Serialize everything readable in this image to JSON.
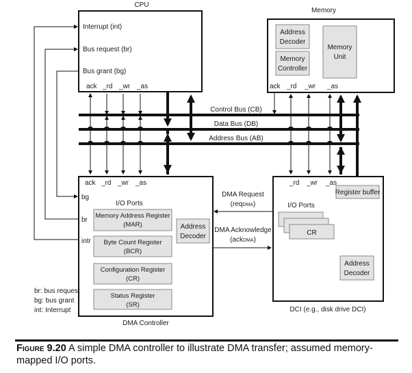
{
  "diagram": {
    "cpu": {
      "title": "CPU",
      "signals_in": [
        "Interrupt (int)",
        "Bus request (br)",
        "Bus grant (bg)"
      ],
      "pins": [
        "ack",
        "_rd",
        "_wr",
        "_as"
      ]
    },
    "memory": {
      "title": "Memory",
      "blocks": [
        "Address Decoder",
        "Memory Controller",
        "Memory Unit"
      ],
      "block_lines": {
        "address_decoder": [
          "Address",
          "Decoder"
        ],
        "memory_controller": [
          "Memory",
          "Controller"
        ],
        "memory_unit": [
          "Memory",
          "Unit"
        ]
      },
      "pins": [
        "ack",
        "_rd",
        "_wr",
        "_as"
      ]
    },
    "buses": {
      "control": "Control Bus (CB)",
      "data": "Data Bus (DB)",
      "address": "Address Bus (AB)"
    },
    "dma": {
      "title": "DMA Controller",
      "pins": [
        "ack",
        "_rd",
        "_wr",
        "_as"
      ],
      "side_signals": [
        "bg",
        "br",
        "intr"
      ],
      "io_ports_label": "I/O Ports",
      "registers": [
        {
          "name": "Memory Address Register",
          "abbr": "(MAR)"
        },
        {
          "name": "Byte Count Register",
          "abbr": "(BCR)"
        },
        {
          "name": "Configuration Register",
          "abbr": "(CR)"
        },
        {
          "name": "Status Register",
          "abbr": "(SR)"
        }
      ],
      "address_decoder": [
        "Address",
        "Decoder"
      ]
    },
    "handshake": {
      "request": "DMA Request",
      "request_sig": "(req",
      "request_sub": "DMA",
      "ack": "DMA Acknowledge",
      "ack_sig": "(ack",
      "ack_sub": "DMA",
      "close": ")"
    },
    "dci": {
      "title": "DCI (e.g., disk drive DCI)",
      "pins": [
        "_rd",
        "_wr",
        "_as"
      ],
      "register_buffer": "Register buffer",
      "io_ports_label": "I/O Ports",
      "cr_label": "CR",
      "address_decoder": [
        "Address",
        "Decoder"
      ]
    },
    "legend": [
      "br: bus request",
      "bg: bus grant",
      "int: Interrupt"
    ]
  },
  "caption": {
    "figure": "Figure 9.20",
    "text": "A simple DMA controller to illustrate DMA transfer; assumed memory-mapped I/O ports."
  }
}
